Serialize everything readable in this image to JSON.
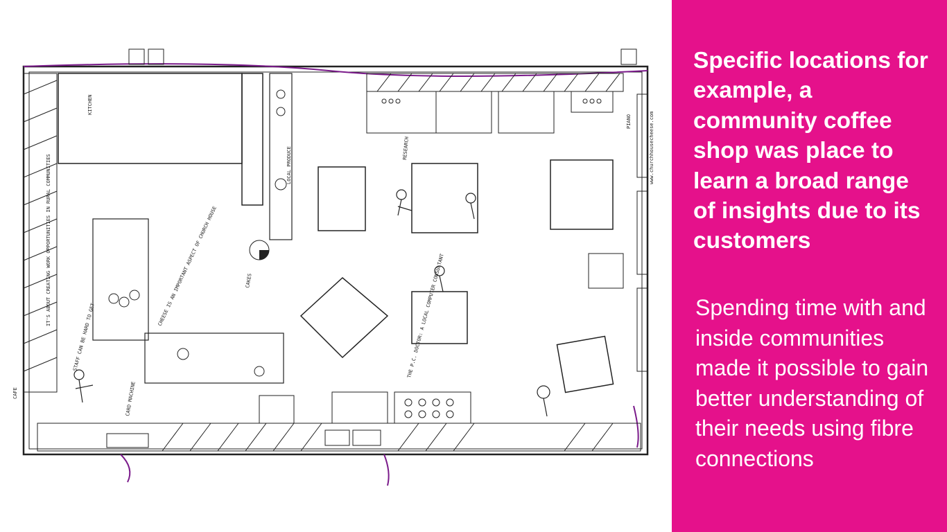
{
  "panel": {
    "background": "#e5118b",
    "text_color": "#ffffff",
    "headline": "Specific locations for example, a community coffee shop was place to learn a broad range of insights due to its customers",
    "body": "Spending time with and inside communities made it possible to gain better understanding of their needs using fibre connections"
  },
  "sketch": {
    "kitchen_label": "KITCHEN",
    "produce_label": "LOCAL PRODUCE",
    "cheese_note": "CHEESE IS AN IMPORTANT ASPECT OF CHURCH HOUSE",
    "work_note": "IT'S ABOUT CREATING WORK OPPORTUNITIES IN RURAL COMMUNITIES",
    "staff_note": "STAFF CAN BE HARD TO GET",
    "pc_doctor_note": "THE P.C. DOCTOR: A LOCAL COMPUTER CONSULTANT",
    "website": "www.churchhousecheese.com",
    "card_machine": "CARD MACHINE",
    "cafe_label": "CAFE",
    "research_label": "RESEARCH",
    "cakes_label": "CAKES",
    "piano_label": "PIANO"
  }
}
